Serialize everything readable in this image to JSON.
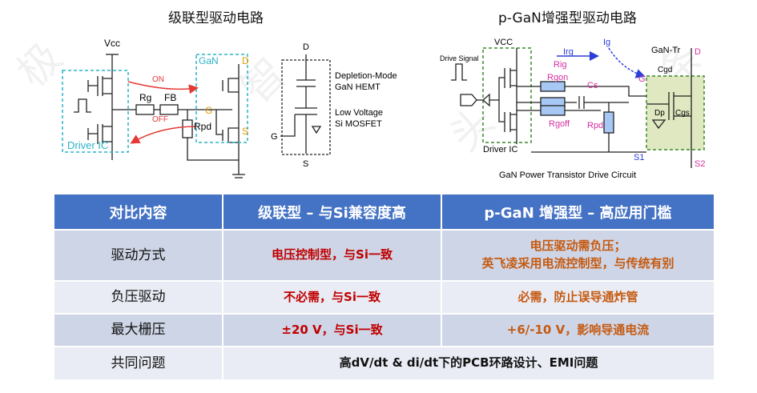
{
  "left_figure": {
    "title": "级联型驱动电路",
    "labels": {
      "vcc": "Vcc",
      "on": "ON",
      "off": "OFF",
      "gan": "GaN",
      "d": "D",
      "g": "G",
      "s": "S",
      "rg": "Rg",
      "fb": "FB",
      "rpd": "Rpd",
      "driver_ic": "Driver IC"
    },
    "legend": {
      "d": "D",
      "g": "G",
      "s": "S",
      "depletion_line1": "Depletion-Mode",
      "depletion_line2": "GaN HEMT",
      "lowv_line1": "Low Voltage",
      "lowv_line2": "Si MOSFET"
    }
  },
  "right_figure": {
    "title": "p-GaN增强型驱动电路",
    "caption": "GaN Power Transistor Drive Circuit",
    "labels": {
      "drive_signal": "Drive Signal",
      "vcc": "VCC",
      "irg": "Irg",
      "ig": "Ig",
      "rig": "Rig",
      "rgon": "Rgon",
      "cs": "Cs",
      "rgoff": "Rgoff",
      "rpd": "Rpd",
      "driver_ic": "Driver IC",
      "s1": "S1",
      "s2": "S2",
      "gan_tr": "GaN-Tr",
      "d": "D",
      "g": "G",
      "cgd": "Cgd",
      "dp": "Dp",
      "cgs": "Cgs"
    }
  },
  "table": {
    "headers": [
      "对比内容",
      "级联型 – 与Si兼容度高",
      "p-GaN 增强型 – 高应用门槛"
    ],
    "rows": [
      {
        "label": "驱动方式",
        "cascode": "电压控制型，与Si一致",
        "pgan_line1": "电压驱动需负压；",
        "pgan_line2": "英飞凌采用电流控制型，与传统有别"
      },
      {
        "label": "负压驱动",
        "cascode": "不必需，与Si一致",
        "pgan": "必需，防止误导通炸管"
      },
      {
        "label": "最大栅压",
        "cascode": "±20 V，与Si一致",
        "pgan": "+6/-10 V，影响导通电流"
      },
      {
        "label": "共同问题",
        "common": "高dV/dt & di/dt下的PCB环路设计、EMI问题"
      }
    ]
  },
  "colors": {
    "header_bg": "#4472c4",
    "row_odd": "#ced5e6",
    "row_even": "#e9ecf4",
    "red_text": "#c00000",
    "orange_text": "#c55a11",
    "arrow_red": "#e53935",
    "label_pink": "#d62fa0",
    "label_blue": "#2b3fd6",
    "box_teal": "#2ab3c8",
    "box_green": "#3a8a2a"
  }
}
